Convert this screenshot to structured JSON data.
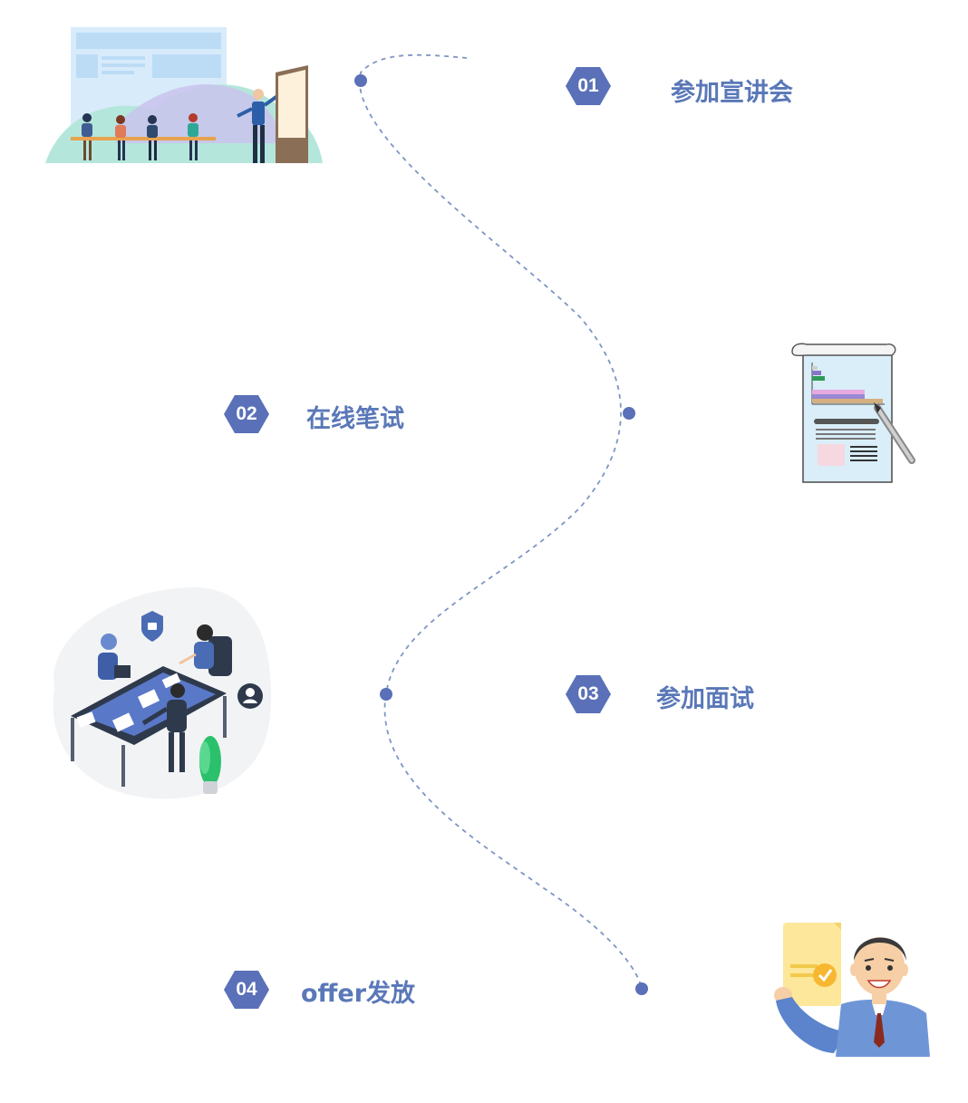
{
  "colors": {
    "accent": "#5a70b8",
    "label": "#5a78b8",
    "path": "#7f95c4"
  },
  "steps": [
    {
      "number": "01",
      "label": "参加宣讲会",
      "illustration": "presentation-meeting-illustration"
    },
    {
      "number": "02",
      "label": "在线笔试",
      "illustration": "written-test-document-illustration"
    },
    {
      "number": "03",
      "label": "参加面试",
      "illustration": "interview-table-illustration"
    },
    {
      "number": "04",
      "label": "offer发放",
      "illustration": "offer-certificate-illustration"
    }
  ]
}
